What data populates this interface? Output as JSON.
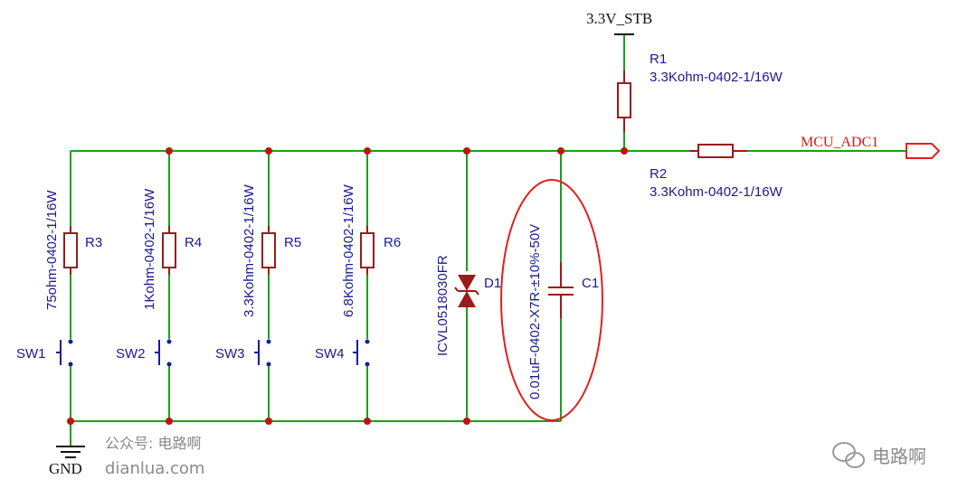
{
  "power": {
    "label": "3.3V_STB"
  },
  "ground": {
    "label": "GND"
  },
  "net_label": "MCU_ADC1",
  "r1": {
    "ref": "R1",
    "value": "3.3Kohm-0402-1/16W"
  },
  "r2": {
    "ref": "R2",
    "value": "3.3Kohm-0402-1/16W"
  },
  "branches": [
    {
      "r_ref": "R3",
      "r_value": "75ohm-0402-1/16W",
      "sw": "SW1"
    },
    {
      "r_ref": "R4",
      "r_value": "1Kohm-0402-1/16W",
      "sw": "SW2"
    },
    {
      "r_ref": "R5",
      "r_value": "3.3Kohm-0402-1/16W",
      "sw": "SW3"
    },
    {
      "r_ref": "R6",
      "r_value": "6.8Kohm-0402-1/16W",
      "sw": "SW4"
    }
  ],
  "d1": {
    "ref": "D1",
    "value": "ICVL0518030FR"
  },
  "c1": {
    "ref": "C1",
    "value": "0.01uF-0402-X7R-±10%-50V"
  },
  "watermark": {
    "line1": "公众号: 电路啊",
    "line2": "dianlua.com",
    "logo_text": "电路啊"
  },
  "colors": {
    "wire": "#1aa01a",
    "component": "#9b1b1b",
    "junction": "#c41010",
    "label": "#1a1a8a",
    "highlight": "#e02020"
  }
}
